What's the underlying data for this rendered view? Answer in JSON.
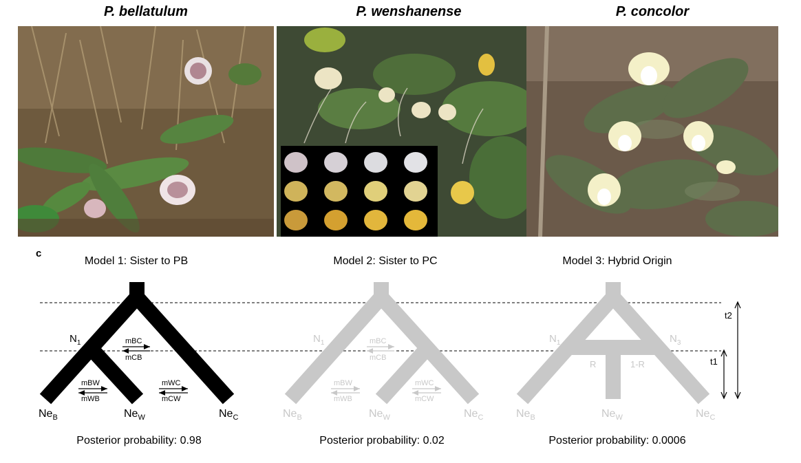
{
  "species": [
    {
      "name": "P. bellatulum"
    },
    {
      "name": "P. wenshanense"
    },
    {
      "name": "P. concolor"
    }
  ],
  "panel_letter": "c",
  "models": [
    {
      "title": "Model 1: Sister to PB",
      "posterior": "Posterior probability: 0.98",
      "color": "#000000"
    },
    {
      "title": "Model 2: Sister to PC",
      "posterior": "Posterior probability: 0.02",
      "color": "#c8c8c8"
    },
    {
      "title": "Model 3: Hybrid Origin",
      "posterior": "Posterior probability: 0.0006",
      "color": "#c8c8c8"
    }
  ],
  "labels": {
    "n1": "N",
    "n1_sub": "1",
    "n3": "N",
    "n3_sub": "3",
    "ne": "Ne",
    "b": "B",
    "w": "W",
    "c": "C",
    "mBC": "mBC",
    "mCB": "mCB",
    "mBW": "mBW",
    "mWB": "mWB",
    "mWC": "mWC",
    "mCW": "mCW",
    "r": "R",
    "one_minus_r": "1-R",
    "t1": "t1",
    "t2": "t2"
  }
}
